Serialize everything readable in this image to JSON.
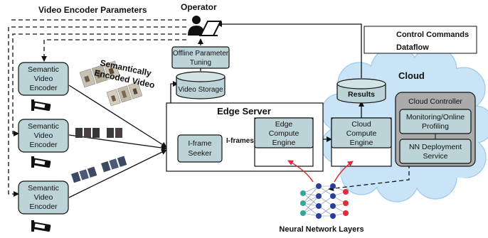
{
  "header": {
    "title": "Video Encoder Parameters"
  },
  "operator": {
    "label": "Operator"
  },
  "legend": {
    "control": "Control Commands",
    "dataflow": "Dataflow"
  },
  "offline_tuning": {
    "line1": "Offline Parameter",
    "line2": "Tuning"
  },
  "video_storage": {
    "label": "Video Storage"
  },
  "encoders": [
    {
      "line1": "Semantic",
      "line2": "Video",
      "line3": "Encoder"
    },
    {
      "line1": "Semantic",
      "line2": "Video",
      "line3": "Encoder"
    },
    {
      "line1": "Semantic",
      "line2": "Video",
      "line3": "Encoder"
    }
  ],
  "semantic_caption": {
    "line1": "Semantically",
    "line2": "Encoded Video"
  },
  "edge": {
    "title": "Edge Server",
    "iframe_seeker": {
      "line1": "I-frame",
      "line2": "Seeker"
    },
    "iframes_label": "I-frames",
    "engine": {
      "line1": "Edge",
      "line2": "Compute",
      "line3": "Engine"
    }
  },
  "cloud": {
    "title": "Cloud",
    "results": "Results",
    "engine": {
      "line1": "Cloud",
      "line2": "Compute",
      "line3": "Engine"
    },
    "controller": {
      "title": "Cloud Controller",
      "monitoring": {
        "line1": "Monitoring/Online",
        "line2": "Profiling"
      },
      "nn_deploy": {
        "line1": "NN Deployment",
        "line2": "Service"
      }
    }
  },
  "nn": {
    "label": "Neural Network Layers"
  },
  "colors": {
    "box_fill": "#bcd4d8",
    "cloud_fill": "#c9e4f7",
    "cloud_edge": "#9cc9ea",
    "controller_fill": "#ababab",
    "nn_red": "#e02a3a",
    "nn_blue": "#2a3f9c",
    "nn_teal": "#36a59a"
  }
}
